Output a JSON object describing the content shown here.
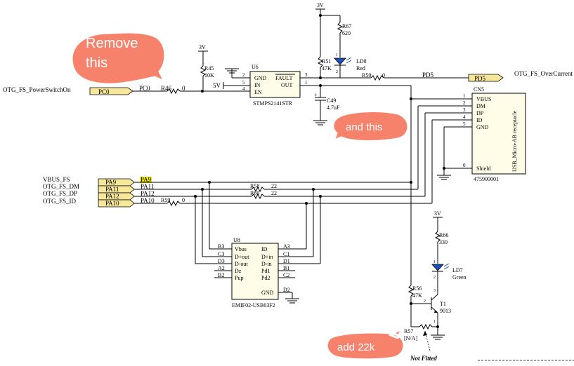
{
  "nets": {
    "otg_power_switch_on": "OTG_FS_PowerSwitchOn",
    "otg_overcurrent": "OTG_FS_OverCurrent",
    "vbus_fs": "VBUS_FS",
    "otg_dm": "OTG_FS_DM",
    "otg_dp": "OTG_FS_DP",
    "otg_id": "OTG_FS_ID"
  },
  "ports": {
    "pc0": "PC0",
    "pd5": "PD5",
    "pa9": "PA9",
    "pa11": "PA11",
    "pa12": "PA12",
    "pa10": "PA10"
  },
  "pins": {
    "pc0": "PC0",
    "pd5": "PD5",
    "pa9": "PA9",
    "pa11": "PA11",
    "pa12": "PA12",
    "pa10": "PA10"
  },
  "power": {
    "v3_top": "3V",
    "v3_r45": "3V",
    "v3_r66": "3V",
    "v5": "5V"
  },
  "components": {
    "r45": {
      "ref": "R45",
      "value": "10K"
    },
    "r46": {
      "ref": "R46",
      "value": "0"
    },
    "r67": {
      "ref": "R67",
      "value": "620"
    },
    "r51": {
      "ref": "R51",
      "value": "47K"
    },
    "r50": {
      "ref": "R50",
      "value": "0"
    },
    "ld8": {
      "ref": "LD8",
      "value": "Red"
    },
    "u6": {
      "ref": "U6",
      "part": "STMPS2141STR",
      "pins": {
        "p2": "2",
        "p5": "5",
        "p4": "4",
        "p3": "3",
        "p1": "1"
      },
      "pin_names": {
        "gnd": "GND",
        "in": "IN",
        "en": "EN",
        "fault": "FAULT",
        "out": "OUT"
      }
    },
    "c49": {
      "ref": "C49",
      "value": "4.7uF",
      "plus": "+"
    },
    "cn5": {
      "ref": "CN5",
      "part": "475900001",
      "title": "USB_Micro-AB receptacle",
      "pins": [
        "1",
        "2",
        "3",
        "4",
        "5",
        "0"
      ],
      "pin_names": [
        "VBUS",
        "DM",
        "DP",
        "ID",
        "GND",
        "Shield"
      ]
    },
    "r58": {
      "ref": "R58",
      "value": "22"
    },
    "r60": {
      "ref": "R60",
      "value": "22"
    },
    "r59": {
      "ref": "R59",
      "value": "0"
    },
    "u8": {
      "ref": "U8",
      "part": "EMIF02-USB03F2",
      "left_pins": [
        "B3",
        "C3",
        "D3",
        "A2",
        "B2"
      ],
      "left_names": [
        "Vbus",
        "D+out",
        "D-out",
        "Dz",
        "Pup"
      ],
      "right_pins": [
        "A3",
        "C1",
        "D1",
        "B1",
        "C2",
        "D2"
      ],
      "right_names": [
        "ID",
        "D+in",
        "D-in",
        "Pd1",
        "Pd2",
        "GND"
      ]
    },
    "r66": {
      "ref": "R66",
      "value": "330"
    },
    "ld7": {
      "ref": "LD7",
      "value": "Green"
    },
    "r56": {
      "ref": "R56",
      "value": "47K"
    },
    "t1": {
      "ref": "T1",
      "value": "9013",
      "pins": {
        "p1": "1",
        "p2": "2",
        "p3": "3"
      }
    },
    "r57": {
      "ref": "R57",
      "value": "[N/A]"
    },
    "led_pins": {
      "ld8_1": "1",
      "ld8_2": "2",
      "ld7_1": "1",
      "ld7_2": "2"
    }
  },
  "annotations": {
    "remove_this": [
      "Remove",
      "this"
    ],
    "and_this": "and this",
    "add_22k": "add 22k",
    "not_fitted": "Not Fitted"
  },
  "colors": {
    "callout": "#f7826c",
    "port_fill": "#f6e79a",
    "ic_fill": "#fffde8",
    "highlight": "#f3e600"
  }
}
